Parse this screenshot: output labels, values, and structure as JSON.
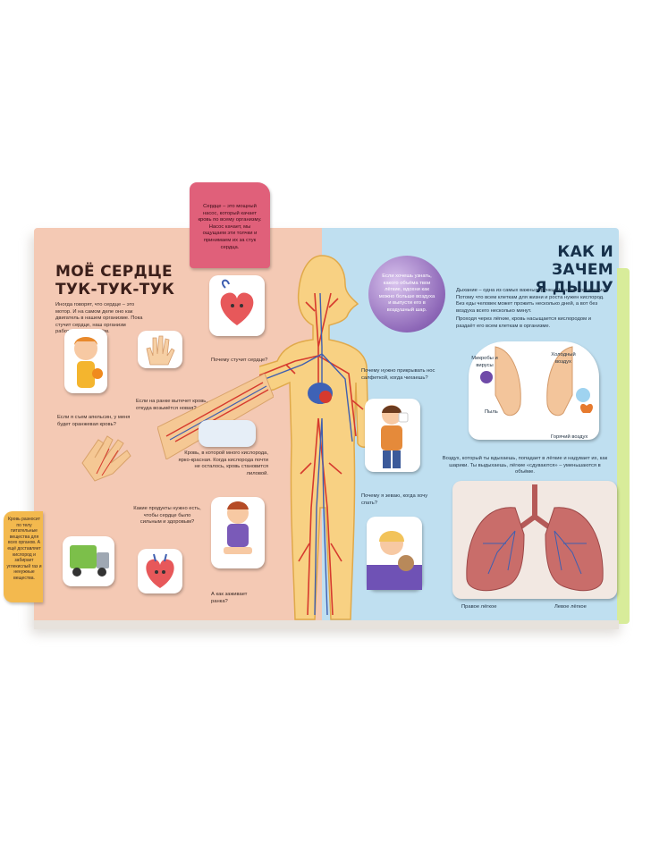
{
  "left_page": {
    "title_line1": "МОЁ СЕРДЦЕ",
    "title_line2": "ТУК-ТУК-ТУК",
    "intro": "Иногда говорят, что сердце – это мотор. И на самом деле оно как двигатель в нашем организме. Пока стучит сердце, наш организм работает, и мы живём.",
    "q_heart_beats": "Почему стучит сердце?",
    "q_cut_bleeds": "Если на ранке вытечет кровь, откуда возьмётся новая?",
    "q_orange": "Если я съем апельсин, у меня будет оранжевая кровь?",
    "blood_color": "Кровь, в которой много кислорода, ярко-красная. Когда кислорода почти не осталось, кровь становится лиловой.",
    "q_food": "Какие продукты нужно есть, чтобы сердце было сильным и здоровым?",
    "q_wound": "А как заживает ранка?"
  },
  "pink_tab": {
    "text": "Сердце – это мощный насос, который качает кровь по всему организму. Насос качает, мы ощущаем эти толчки и принимаем их за стук сердца."
  },
  "yellow_tab": {
    "text": "Кровь разносит по телу питательные вещества для всех органов. А ещё доставляет кислород и забирает углекислый газ и ненужные вещества."
  },
  "right_page": {
    "title_line1": "КАК И ЗАЧЕМ",
    "title_line2": "Я ДЫШУ",
    "bubble_text": "Если хочешь узнать, какого объёма твои лёгкие, вдохни как можно больше воздуха и выпусти его в воздушный шар.",
    "intro1": "Дыхание – одна из самых важных функций нашего организма. Потому что всем клеткам для жизни и роста нужен кислород. Без еды человек может прожить несколько дней, а вот без воздуха всего несколько минут.",
    "intro2": "Проходя через лёгкие, кровь насыщается кислородом и раздаёт его всем клеткам в организме.",
    "q_tissue": "Почему нужно прикрывать нос салфеткой, когда чихаешь?",
    "label_microbes": "Микробы и вирусы",
    "label_dust": "Пыль",
    "label_cold_air": "Холодный воздух",
    "label_hot_air": "Горячий воздух",
    "lungs_text": "Воздух, который ты вдыхаешь, попадает в лёгкие и надувает их, как шарики. Ты выдыхаешь, лёгкие «сдуваются» – уменьшаются в объёме.",
    "q_yawn": "Почему я зеваю, когда хочу спать?",
    "label_right_lung": "Правое лёгкое",
    "label_left_lung": "Левое лёгкое"
  },
  "colors": {
    "left_page": "#f4c9b4",
    "right_page": "#bfdff0",
    "pink_tab": "#e0607a",
    "yellow_tab": "#f3b94e",
    "artery": "#d63a2e",
    "vein": "#3f5fb0",
    "lung": "#c96d6a"
  }
}
